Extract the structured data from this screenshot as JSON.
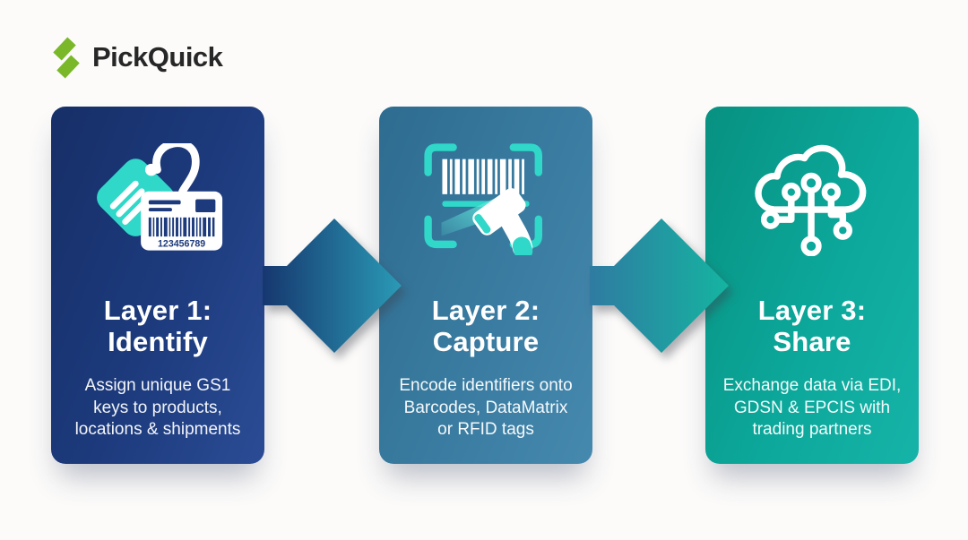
{
  "page": {
    "background_color": "#fcfbfa",
    "type": "process-infographic"
  },
  "logo": {
    "text": "PickQuick",
    "icon": "lightning-bolt-icon",
    "icon_color": "#7ab829",
    "text_color": "#272727"
  },
  "cards": [
    {
      "title": "Layer 1:\nIdentify",
      "body": "Assign unique GS1\nkeys to products,\nlocations & shipments",
      "background": "#1c3a7c",
      "icon": "tag-barcode-icon",
      "icon_accent_color": "#2fd8c9",
      "barcode_number": "123456789"
    },
    {
      "title": "Layer 2:\nCapture",
      "body": "Encode identifiers onto\nBarcodes, DataMatrix\nor RFID tags",
      "background": "#3a7ca1",
      "icon": "barcode-scanner-icon",
      "icon_accent_color": "#2fd8c9"
    },
    {
      "title": "Layer 3:\nShare",
      "body": "Exchange data via EDI,\nGDSN & EPCIS with\ntrading partners",
      "background": "#0ca89b",
      "icon": "cloud-network-icon",
      "icon_accent_color": "#ffffff"
    }
  ],
  "arrows": [
    {
      "name": "flow-arrow-1",
      "direction": "right",
      "gradient_from": "#16376f",
      "gradient_to": "#2a9ab6"
    },
    {
      "name": "flow-arrow-2",
      "direction": "right",
      "gradient_from": "#2f7ba1",
      "gradient_to": "#15b4a1"
    }
  ]
}
